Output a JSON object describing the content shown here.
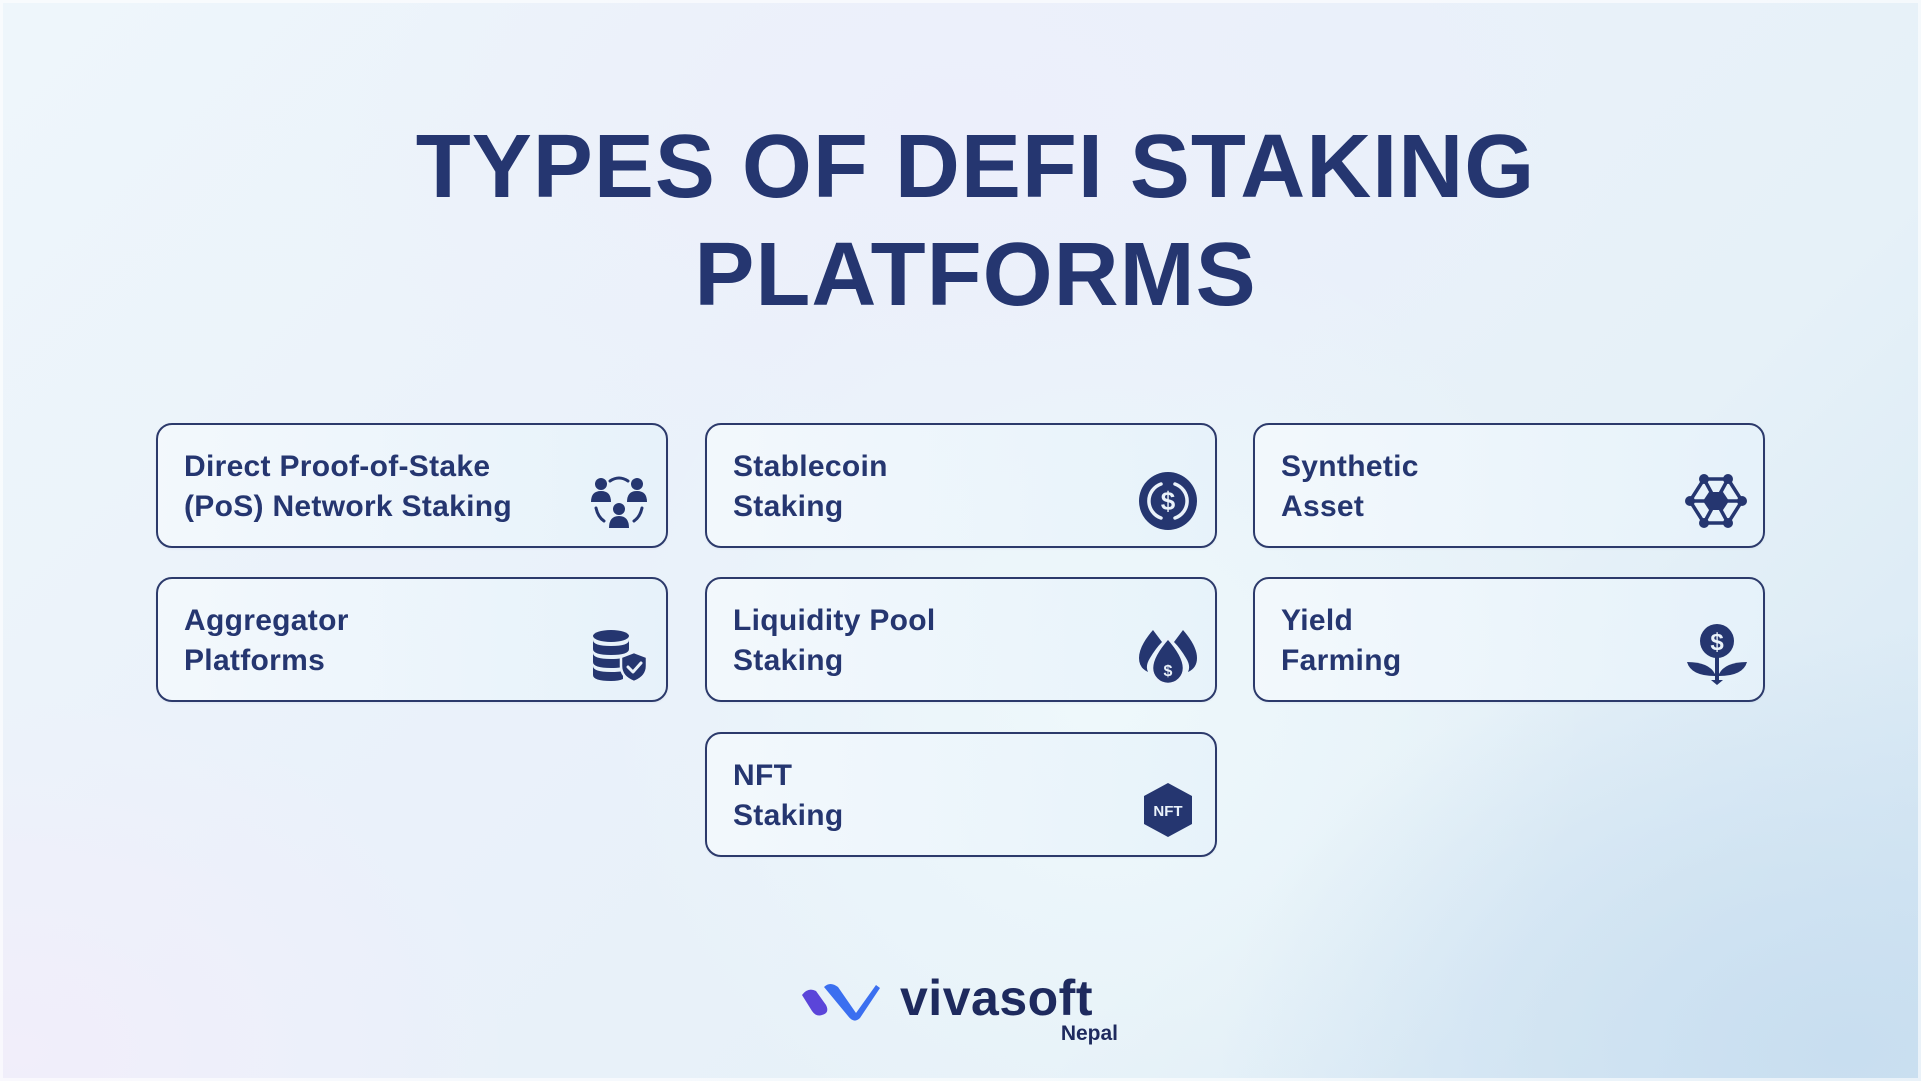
{
  "title": {
    "line1": "TYPES OF DEFI STAKING",
    "line2": "PLATFORMS"
  },
  "colors": {
    "primary": "#253670",
    "card_border": "#2c3a6b",
    "logo_purple": "#5b45d9",
    "logo_blue": "#3b6ff0"
  },
  "cards": [
    {
      "line1": "Direct Proof-of-Stake",
      "line2": "(PoS) Network Staking",
      "icon": "people-network-icon"
    },
    {
      "line1": "Stablecoin",
      "line2": "Staking",
      "icon": "dollar-coin-icon"
    },
    {
      "line1": "Synthetic",
      "line2": "Asset",
      "icon": "hexagon-network-icon"
    },
    {
      "line1": "Aggregator",
      "line2": "Platforms",
      "icon": "database-shield-icon"
    },
    {
      "line1": "Liquidity Pool",
      "line2": "Staking",
      "icon": "water-drops-dollar-icon"
    },
    {
      "line1": "Yield",
      "line2": "Farming",
      "icon": "dollar-plant-icon"
    },
    {
      "line1": "NFT",
      "line2": "Staking",
      "icon": "nft-hexagon-icon",
      "icon_text": "NFT"
    }
  ],
  "logo": {
    "wordmark": "vivasoft",
    "sub": "Nepal"
  }
}
